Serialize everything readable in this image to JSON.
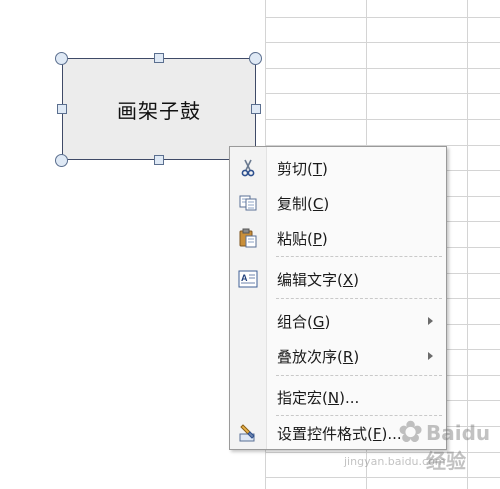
{
  "shape": {
    "label": "画架子鼓"
  },
  "context_menu": {
    "items": [
      {
        "id": "cut",
        "label": "剪切",
        "accel": "T",
        "icon": "scissors-icon"
      },
      {
        "id": "copy",
        "label": "复制",
        "accel": "C",
        "icon": "copy-icon"
      },
      {
        "id": "paste",
        "label": "粘贴",
        "accel": "P",
        "icon": "clipboard-icon"
      },
      {
        "id": "edit-text",
        "label": "编辑文字",
        "accel": "X",
        "icon": "edit-text-icon"
      },
      {
        "id": "group",
        "label": "组合",
        "accel": "G",
        "submenu": true
      },
      {
        "id": "order",
        "label": "叠放次序",
        "accel": "R",
        "submenu": true
      },
      {
        "id": "assign-macro",
        "label": "指定宏",
        "accel": "N",
        "suffix": "..."
      },
      {
        "id": "format-control",
        "label": "设置控件格式",
        "accel": "F",
        "suffix": "...",
        "icon": "format-control-icon"
      }
    ]
  },
  "watermark": {
    "text": "Baidu经验",
    "url_text": "jingyan.baidu.com"
  },
  "colors": {
    "shape_fill": "#ececec",
    "shape_border": "#3f4a67",
    "menu_bg": "#fafafa",
    "grid_line": "#d4d4d4"
  }
}
